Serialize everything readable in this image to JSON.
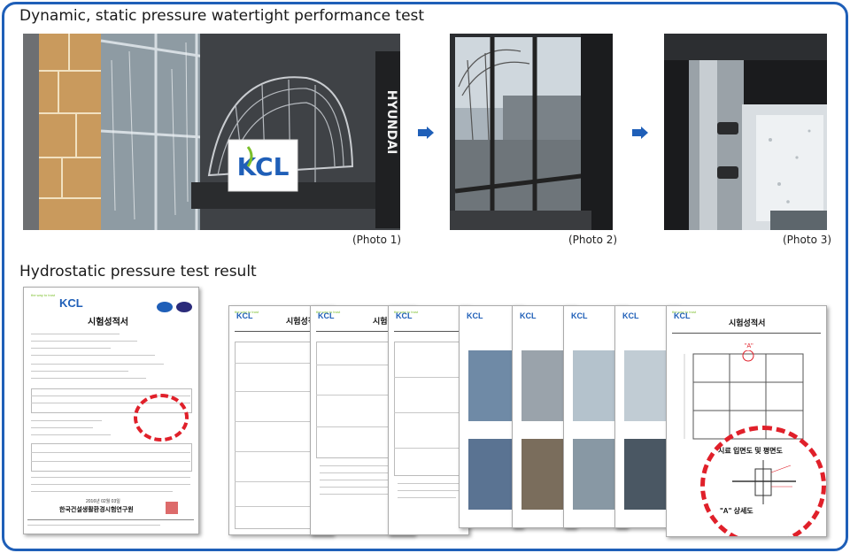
{
  "headings": {
    "dynamic_test": "Dynamic, static pressure watertight performance test",
    "hydrostatic_result": "Hydrostatic pressure test result"
  },
  "photos": [
    {
      "caption": "(Photo 1)"
    },
    {
      "caption": "(Photo 2)"
    },
    {
      "caption": "(Photo 3)"
    }
  ],
  "logo": {
    "brand": "KCL",
    "tagline": "the way to trust"
  },
  "forklift_brand": "HYUNDAI",
  "certificate": {
    "title": "시험성적서",
    "issuer": "한국건설생활환경시험연구원",
    "date": "2016년 02월 03일"
  },
  "report_pages": [
    {
      "title": "시험성적서"
    },
    {
      "title": "시험성"
    },
    {
      "title": ""
    },
    {
      "title": ""
    },
    {
      "title": ""
    },
    {
      "title": ""
    },
    {
      "title": ""
    },
    {
      "title": "시험성적서"
    }
  ],
  "drawing": {
    "circle_label": "시료 입면도 및 평면도",
    "detail_label": "\"A\" 상세도",
    "callout": "\"A\""
  },
  "colors": {
    "frame": "#1f5fb8",
    "arrow": "#1f5fb8",
    "highlight": "#e0202a",
    "logo_green": "#7bbf2a",
    "logo_blue": "#1f5fb8"
  }
}
